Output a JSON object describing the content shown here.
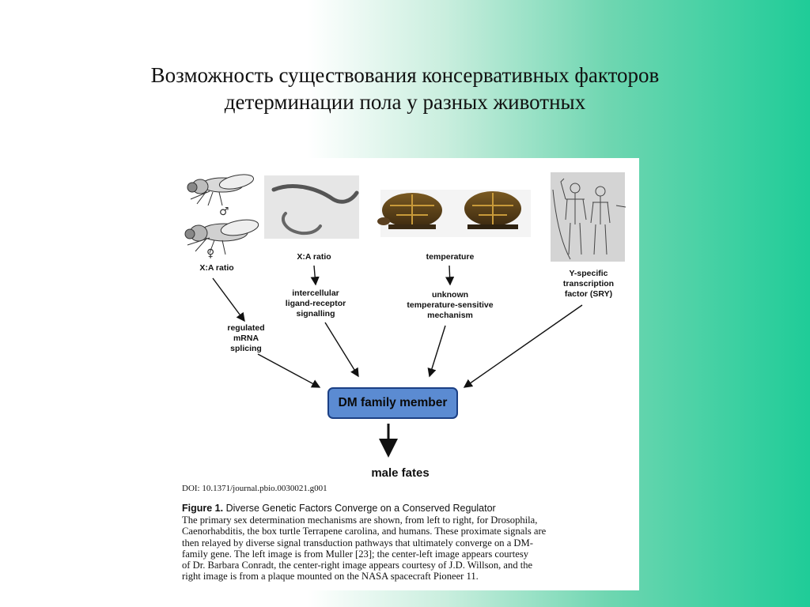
{
  "slide": {
    "title_line1": "Возможность существования консервативных факторов",
    "title_line2": "детерминации пола у разных животных"
  },
  "figure": {
    "species": [
      {
        "name": "drosophila",
        "symbol_male": "♂",
        "symbol_female": "♀",
        "signal": "X:A ratio",
        "pathway": "regulated\nmRNA\nsplicing"
      },
      {
        "name": "caenorhabditis",
        "signal": "X:A ratio",
        "pathway": "intercellular\nligand-receptor\nsignalling"
      },
      {
        "name": "box-turtle",
        "signal": "temperature",
        "pathway": "unknown\ntemperature-sensitive\nmechanism"
      },
      {
        "name": "human",
        "signal": "Y-specific\ntranscription\nfactor (SRY)"
      }
    ],
    "regulator": "DM family member",
    "outcome": "male fates",
    "doi": "DOI: 10.1371/journal.pbio.0030021.g001",
    "caption_label": "Figure 1.",
    "caption_title": "Diverse Genetic Factors Converge on a Conserved Regulator",
    "caption_lines": [
      "The primary sex determination mechanisms are shown, from left to right, for Drosophila,",
      "Caenorhabditis, the box turtle Terrapene carolina, and humans. These proximate signals are",
      "then relayed by diverse signal transduction pathways that ultimately converge on a DM-",
      "family gene. The left image is from Muller [23]; the center-left image appears courtesy",
      "of Dr. Barbara Conradt, the center-right image appears courtesy of J.D. Willson, and the",
      "right image is from a plaque mounted on the NASA spacecraft Pioneer 11."
    ]
  },
  "colors": {
    "background_right": "#1fcc98",
    "regulator_fill": "#5b8bd2",
    "regulator_border": "#1b3f84"
  }
}
